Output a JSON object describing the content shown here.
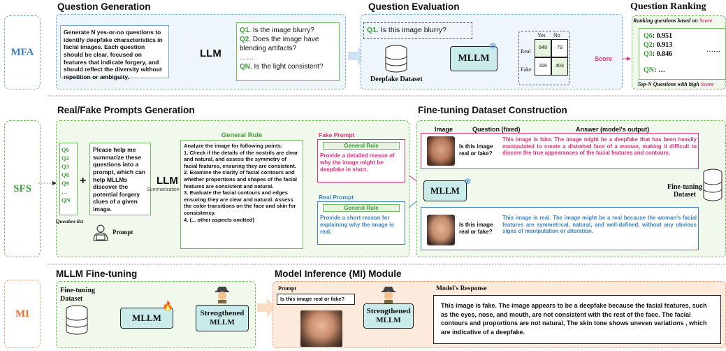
{
  "mfa": {
    "side_label": "MFA",
    "qg_title": "Question Generation",
    "qg_prompt": "Generate N yes-or-no questions to identify deepfake characteristics in facial images. Each question should be clear, focused on features that indicate forgery, and should reflect the diversity without repetition or ambiguity.",
    "llm": "LLM",
    "questions": [
      {
        "id": "Q1",
        "text": ". Is the image blurry?"
      },
      {
        "id": "Q2",
        "text": ". Does the image have blending artifacts?"
      },
      {
        "id": "……",
        "text": ""
      },
      {
        "id": "QN",
        "text": ". Is the light consistent?"
      }
    ],
    "qe_title": "Question Evaluation",
    "qe_question_id": "Q1",
    "qe_question": ". Is this image blurry?",
    "dataset_label": "Deepfake Dataset",
    "mllm": "MLLM",
    "matrix": {
      "col_yes": "Yes",
      "col_no": "No",
      "row_real": "Real",
      "row_fake": "Fake",
      "tp": "649",
      "fn": "79",
      "fp": "316",
      "tn": "403"
    },
    "score": "Score",
    "qr_title": "Question Ranking",
    "qr_top_prefix": "Ranking questions based on ",
    "qr_top_hl": "Score",
    "ranking": [
      {
        "id": "Q6",
        "score": "0.951"
      },
      {
        "id": "Q2",
        "score": "0.913"
      },
      {
        "id": "Q3",
        "score": "0.846"
      },
      {
        "id": "QN",
        "score": "…"
      }
    ],
    "ranking_dots": "……",
    "qr_bottom_prefix": "Top-N Questions with high ",
    "qr_bottom_hl": "Score"
  },
  "sfs": {
    "side_label": "SFS",
    "rf_title": "Real/Fake Prompts Generation",
    "question_list": [
      "Q6",
      "Q2",
      "Q3",
      "Q8",
      "Q9",
      "…",
      "QN"
    ],
    "question_list_label": "Question list",
    "plus": "+",
    "summarize_prompt": "Please help me summarize these questions into a prompt, which can help MLLMs discover the potential forgery clues of a given image.",
    "prompt_label": "Prompt",
    "llm": "LLM",
    "summarization": "Summarization",
    "general_rule_title": "General Rule",
    "general_rule_intro": "Analyze the image for following points:",
    "general_rule_items": [
      "1. Check if the details of the nostrils are clear and natural, and assess the symmetry of facial features, ensuring they are consistent.",
      "2. Examine the clarity of facial contours and whether proportions and shapes of the facial features are consistent and natural.",
      "3. Evaluate the facial contours and edges ensuring they are clear and natural. Assess the color transitions on the face and skin for consistency.",
      "4. (... other aspects omitted)"
    ],
    "fake_prompt_label": "Fake Prompt",
    "fake_general_rule": "General Rule",
    "fake_prompt_text": "Provide a detailed reason of why the image might be deepfake in short.",
    "real_prompt_label": "Real Prompt",
    "real_general_rule": "General Rule",
    "real_prompt_text": "Provide a short reason for explaining why the image is real.",
    "ft_title": "Fine-tuning Dataset Construction",
    "col_image": "Image",
    "col_question": "Question (fixed)",
    "col_answer": "Answer (model's output)",
    "fixed_question": "Is this image real or fake?",
    "fake_answer": "This image is fake. The image might be a deepfake that has been heavily manipulated to create a distorted face of a woman, making it difficult to discern the true appearances of the facial features and contours.",
    "real_answer": "This image is real. The image might be a real because the woman's facial features are symmetrical, natural, and well-defined, without any obvious signs of manipulation or alteration.",
    "mllm": "MLLM",
    "dataset_label": "Fine-tuning Dataset"
  },
  "mi": {
    "side_label": "MI",
    "ft_title": "MLLM Fine-tuning",
    "ft_dataset_label": "Fine-tuning Dataset",
    "mllm": "MLLM",
    "strengthened": "Strengthened MLLM",
    "inf_title": "Model Inference (MI) Module",
    "prompt_label": "Prompt",
    "prompt_text": "Is this image real or fake?",
    "strengthened2": "Strengthened MLLM",
    "response_label": "Model's Response",
    "response_text": "This image is fake. The image appears to be a deepfake because the facial features, such as the eyes, nose, and mouth, are not consistent with the rest of the face. The facial contours and proportions are not natural, The skin tone shows uneven variations , which are indicative of a deepfake."
  },
  "colors": {
    "blue": "#3b82c4",
    "green": "#3aa035",
    "pink": "#e0307a",
    "orange": "#e8743a",
    "mllm_fill": "#c9ecea",
    "green_fill": "#e6f4e0",
    "blue_fill": "#e5f1fb"
  }
}
